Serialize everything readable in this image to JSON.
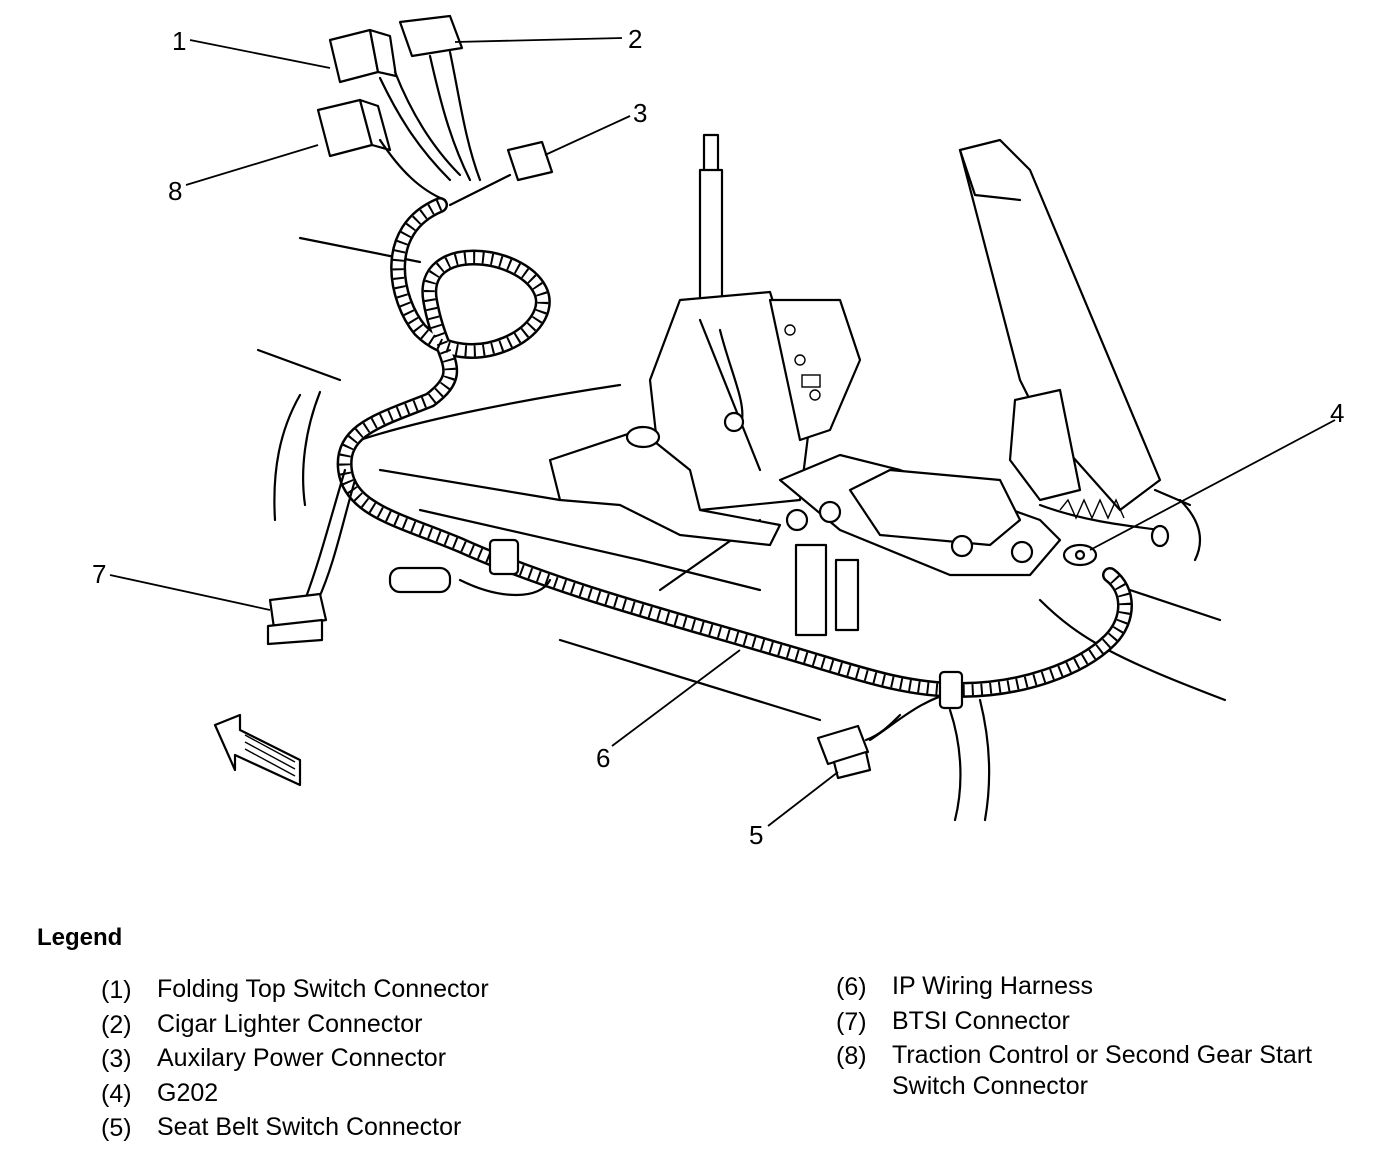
{
  "callouts": [
    {
      "id": "1",
      "label": "1"
    },
    {
      "id": "2",
      "label": "2"
    },
    {
      "id": "3",
      "label": "3"
    },
    {
      "id": "4",
      "label": "4"
    },
    {
      "id": "5",
      "label": "5"
    },
    {
      "id": "6",
      "label": "6"
    },
    {
      "id": "7",
      "label": "7"
    },
    {
      "id": "8",
      "label": "8"
    }
  ],
  "legend": {
    "title": "Legend",
    "left": [
      {
        "num": "(1)",
        "text": "Folding Top Switch Connector"
      },
      {
        "num": "(2)",
        "text": "Cigar Lighter Connector"
      },
      {
        "num": "(3)",
        "text": "Auxilary Power Connector"
      },
      {
        "num": "(4)",
        "text": "G202"
      },
      {
        "num": "(5)",
        "text": "Seat Belt Switch Connector"
      }
    ],
    "right": [
      {
        "num": "(6)",
        "text": "IP Wiring Harness"
      },
      {
        "num": "(7)",
        "text": "BTSI Connector"
      },
      {
        "num": "(8)",
        "text": "Traction Control or Second Gear Start Switch Connector"
      }
    ]
  },
  "icons": {
    "direction_arrow": "front-direction-arrow-icon"
  }
}
